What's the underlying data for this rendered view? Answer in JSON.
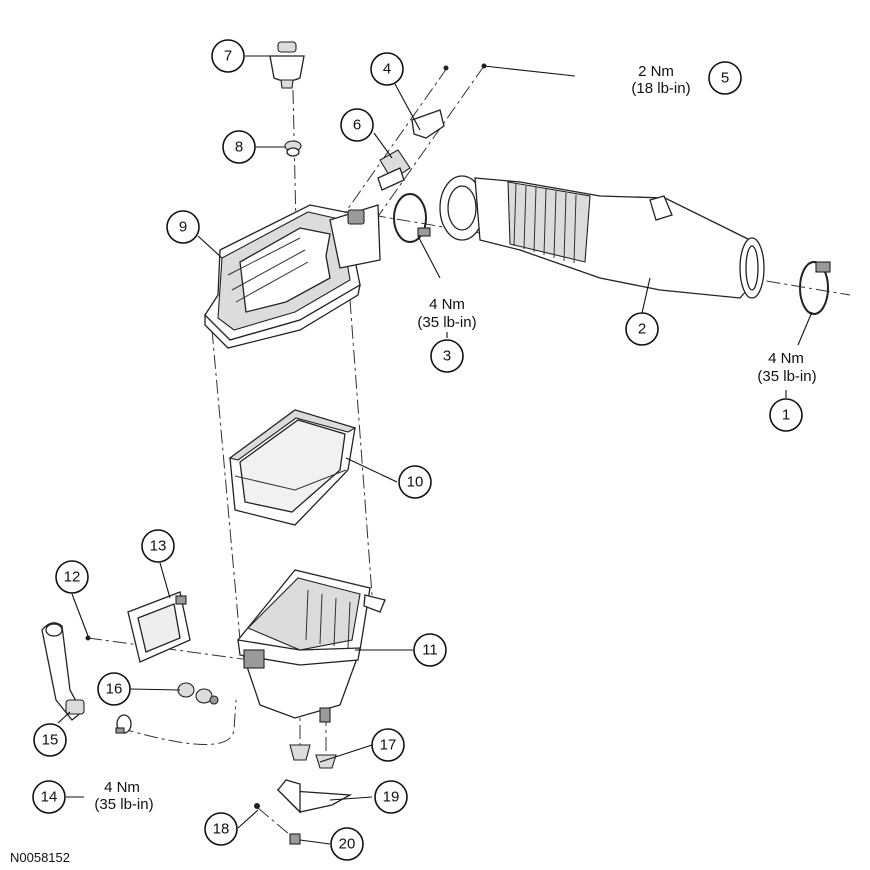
{
  "callouts": [
    {
      "id": "c1",
      "num": "1"
    },
    {
      "id": "c2",
      "num": "2"
    },
    {
      "id": "c3",
      "num": "3"
    },
    {
      "id": "c4",
      "num": "4"
    },
    {
      "id": "c5",
      "num": "5"
    },
    {
      "id": "c6",
      "num": "6"
    },
    {
      "id": "c7",
      "num": "7"
    },
    {
      "id": "c8",
      "num": "8"
    },
    {
      "id": "c9",
      "num": "9"
    },
    {
      "id": "c10",
      "num": "10"
    },
    {
      "id": "c11",
      "num": "11"
    },
    {
      "id": "c12",
      "num": "12"
    },
    {
      "id": "c13",
      "num": "13"
    },
    {
      "id": "c14",
      "num": "14"
    },
    {
      "id": "c15",
      "num": "15"
    },
    {
      "id": "c16",
      "num": "16"
    },
    {
      "id": "c17",
      "num": "17"
    },
    {
      "id": "c18",
      "num": "18"
    },
    {
      "id": "c19",
      "num": "19"
    },
    {
      "id": "c20",
      "num": "20"
    }
  ],
  "torque_specs": {
    "item5": {
      "nm": "2 Nm",
      "lbin": "(18 lb-in)"
    },
    "item3": {
      "nm": "4 Nm",
      "lbin": "(35 lb-in)"
    },
    "item1": {
      "nm": "4 Nm",
      "lbin": "(35 lb-in)"
    },
    "item14": {
      "nm": "4 Nm",
      "lbin": "(35 lb-in)"
    }
  },
  "reference_number": "N0058152"
}
